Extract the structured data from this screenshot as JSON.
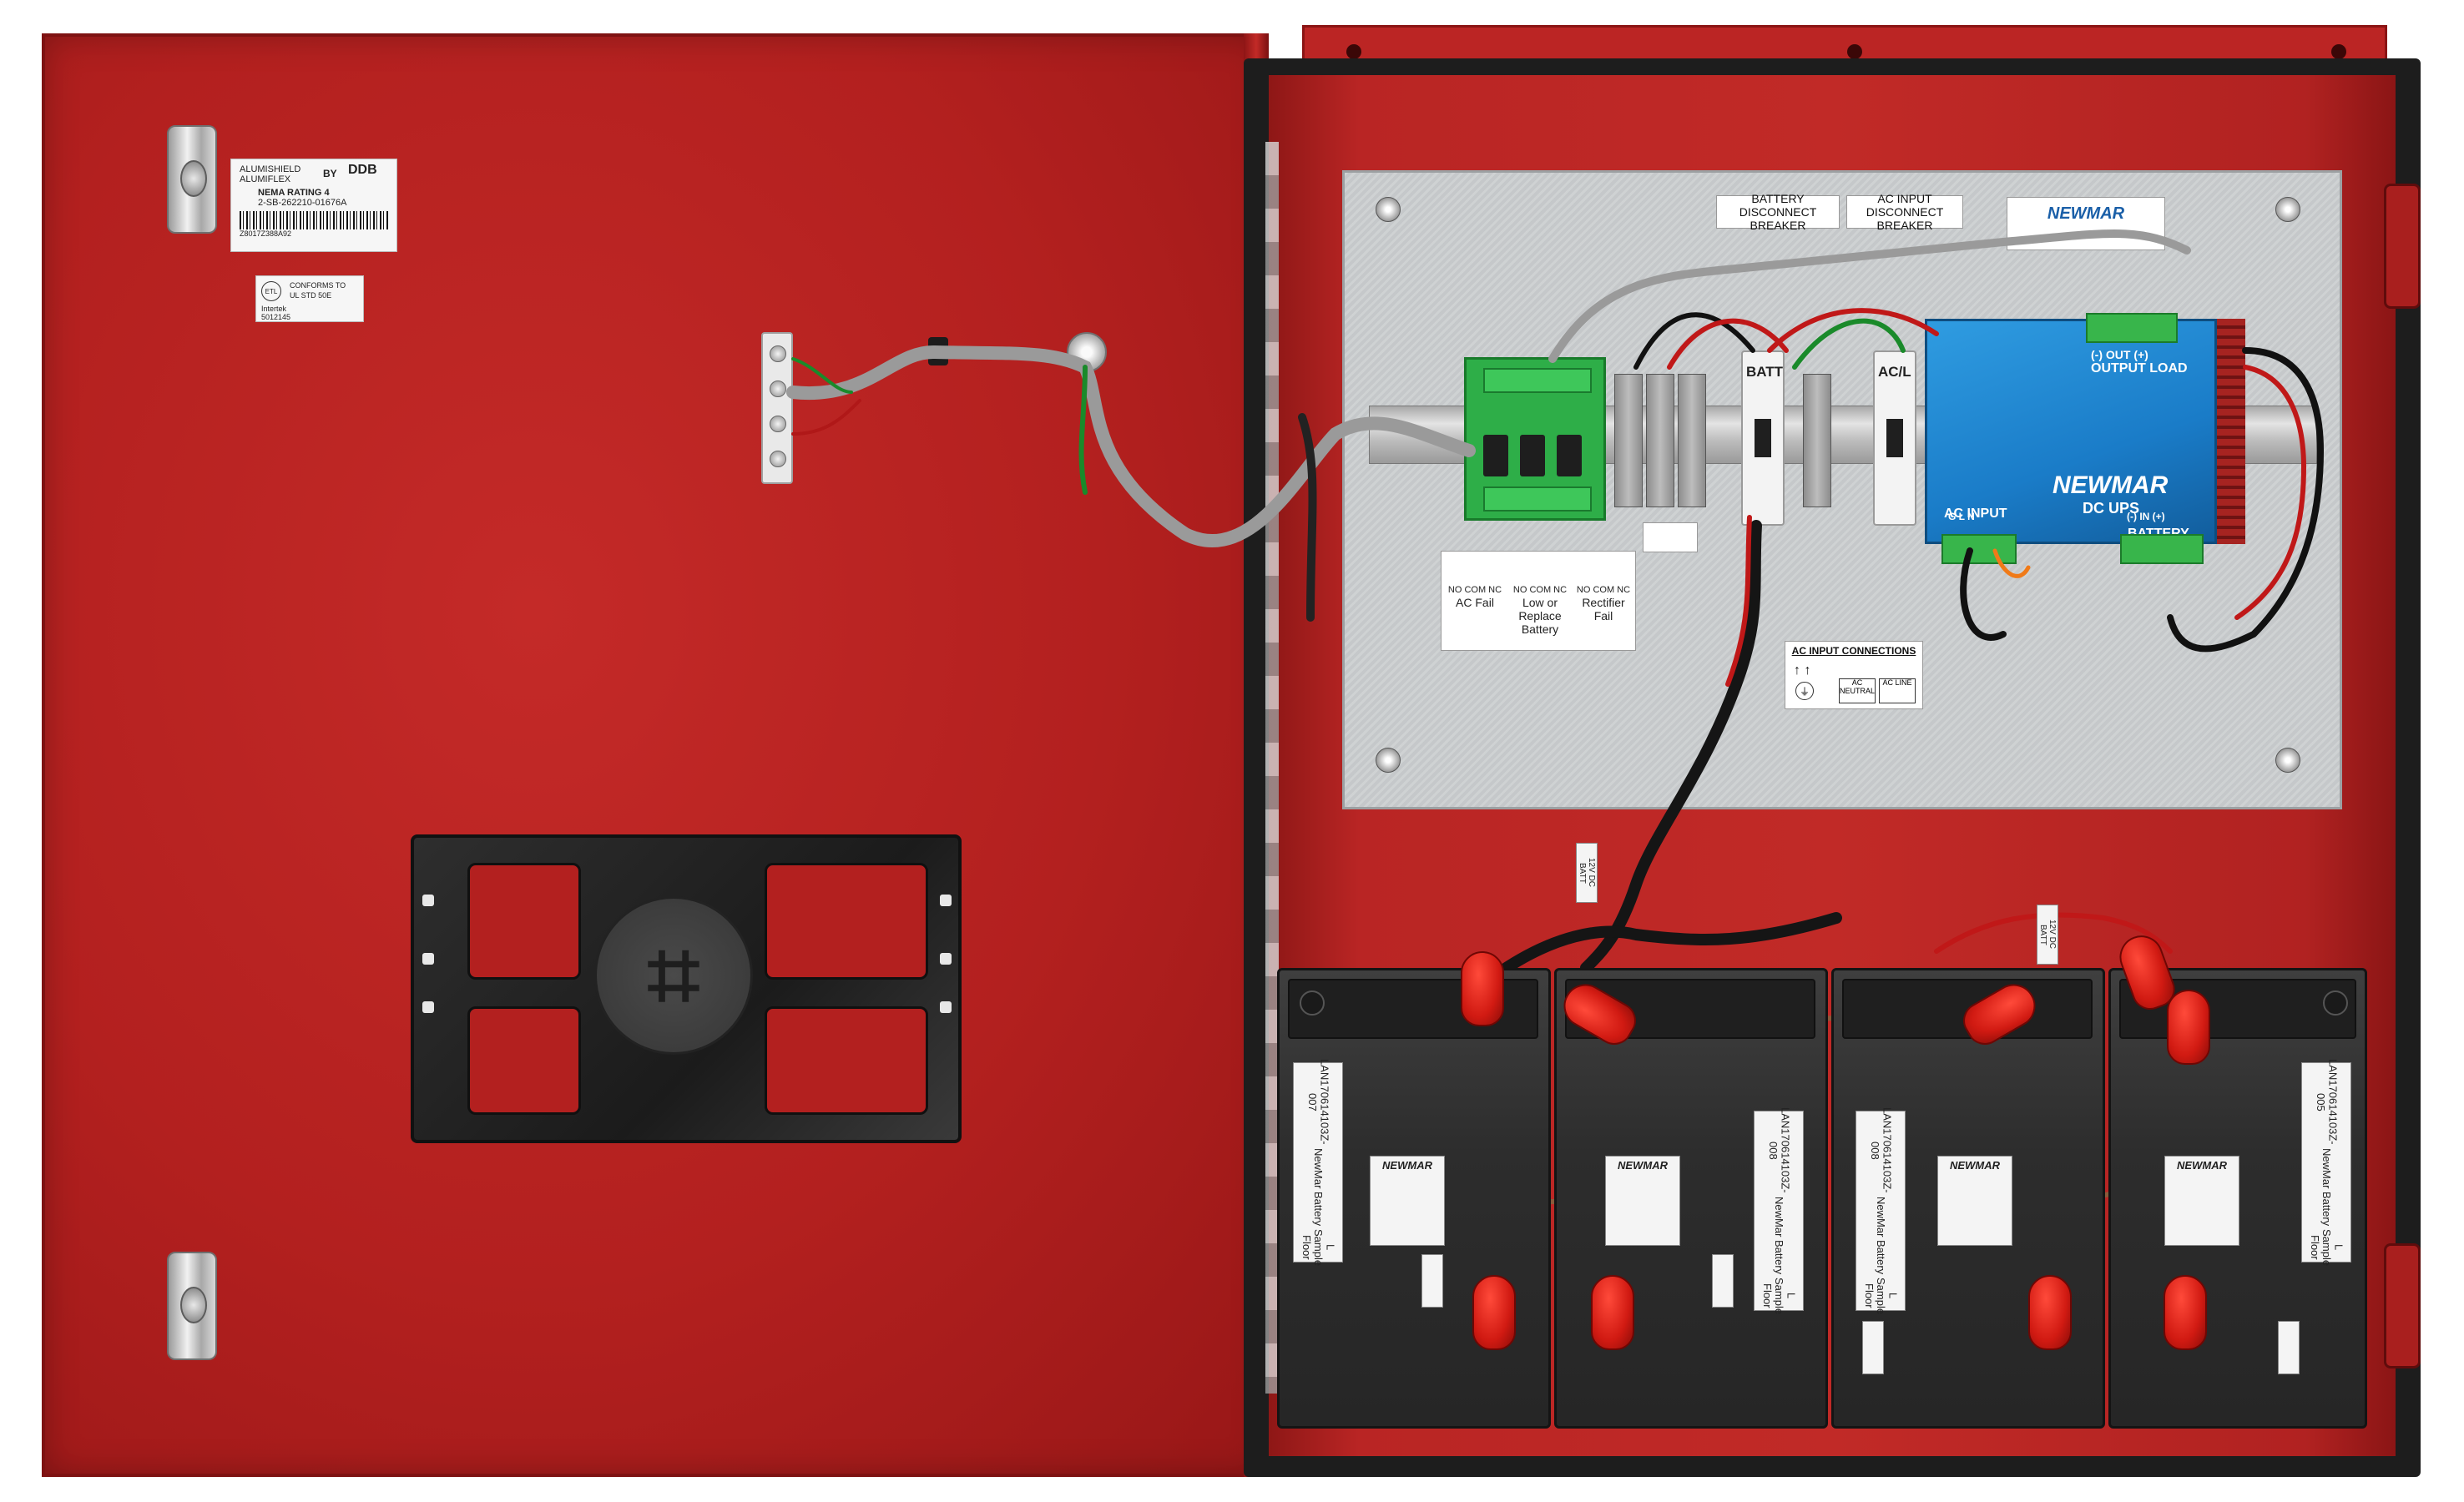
{
  "door": {
    "rating_label": {
      "brand_line1": "ALUMISHIELD",
      "brand_line2": "ALUMIFLEX",
      "by": "BY",
      "maker": "DDB",
      "rating": "NEMA RATING 4",
      "part_number": "2-SB-262210-01676A",
      "serial": "Z8017Z388A92"
    },
    "etl_label": {
      "mark": "ETL",
      "line1": "CONFORMS TO",
      "line2": "UL STD 50E",
      "line3": "Intertek",
      "line4": "5012145"
    }
  },
  "panel": {
    "battery_disconnect_label": "BATTERY DISCONNECT BREAKER",
    "ac_input_disconnect_label": "AC INPUT DISCONNECT BREAKER",
    "brand_label": "NEWMAR",
    "breaker_batt": "BATT",
    "breaker_ac": "AC/L",
    "status_items": [
      {
        "contacts": "NO COM NC",
        "name": "AC Fail"
      },
      {
        "contacts": "NO COM NC",
        "name": "Low or Replace Battery"
      },
      {
        "contacts": "NO COM NC",
        "name": "Rectifier Fail"
      }
    ],
    "ac_input_connections": {
      "title": "AC INPUT CONNECTIONS",
      "terminal_1": "AC NEUTRAL",
      "terminal_2": "AC LINE"
    }
  },
  "ups": {
    "brand": "NEWMAR",
    "model": "DC UPS",
    "ac_input": "AC INPUT",
    "output_load": "OUTPUT LOAD",
    "battery": "BATTERY",
    "output_terminals": "(-) OUT (+)",
    "battery_terminals": "(-) IN (+)",
    "input_terminals": "G L N"
  },
  "batteries": [
    {
      "asset": "LAN170614103Z-007",
      "line1": "NewMar",
      "line2": "Battery",
      "line3": "L Sample Floor",
      "brand": "NEWMAR"
    },
    {
      "asset": "LAN170614103Z-008",
      "line1": "NewMar",
      "line2": "Battery",
      "line3": "L Sample Floor",
      "brand": "NEWMAR"
    },
    {
      "asset": "LAN170614103Z-008",
      "line1": "NewMar",
      "line2": "Battery",
      "line3": "L Sample Floor",
      "brand": "NEWMAR"
    },
    {
      "asset": "LAN170614103Z-005",
      "line1": "NewMar",
      "line2": "Battery",
      "line3": "L Sample Floor",
      "brand": "NEWMAR"
    }
  ],
  "cable_tags": {
    "tag1": "12V DC BATT",
    "tag2": "12V DC BATT"
  },
  "colors": {
    "enclosure_red": "#b3201f",
    "battery_black": "#2d2d2d",
    "ups_blue": "#1a7cc8",
    "relay_green": "#2eae48",
    "terminal_red": "#d11a12"
  }
}
